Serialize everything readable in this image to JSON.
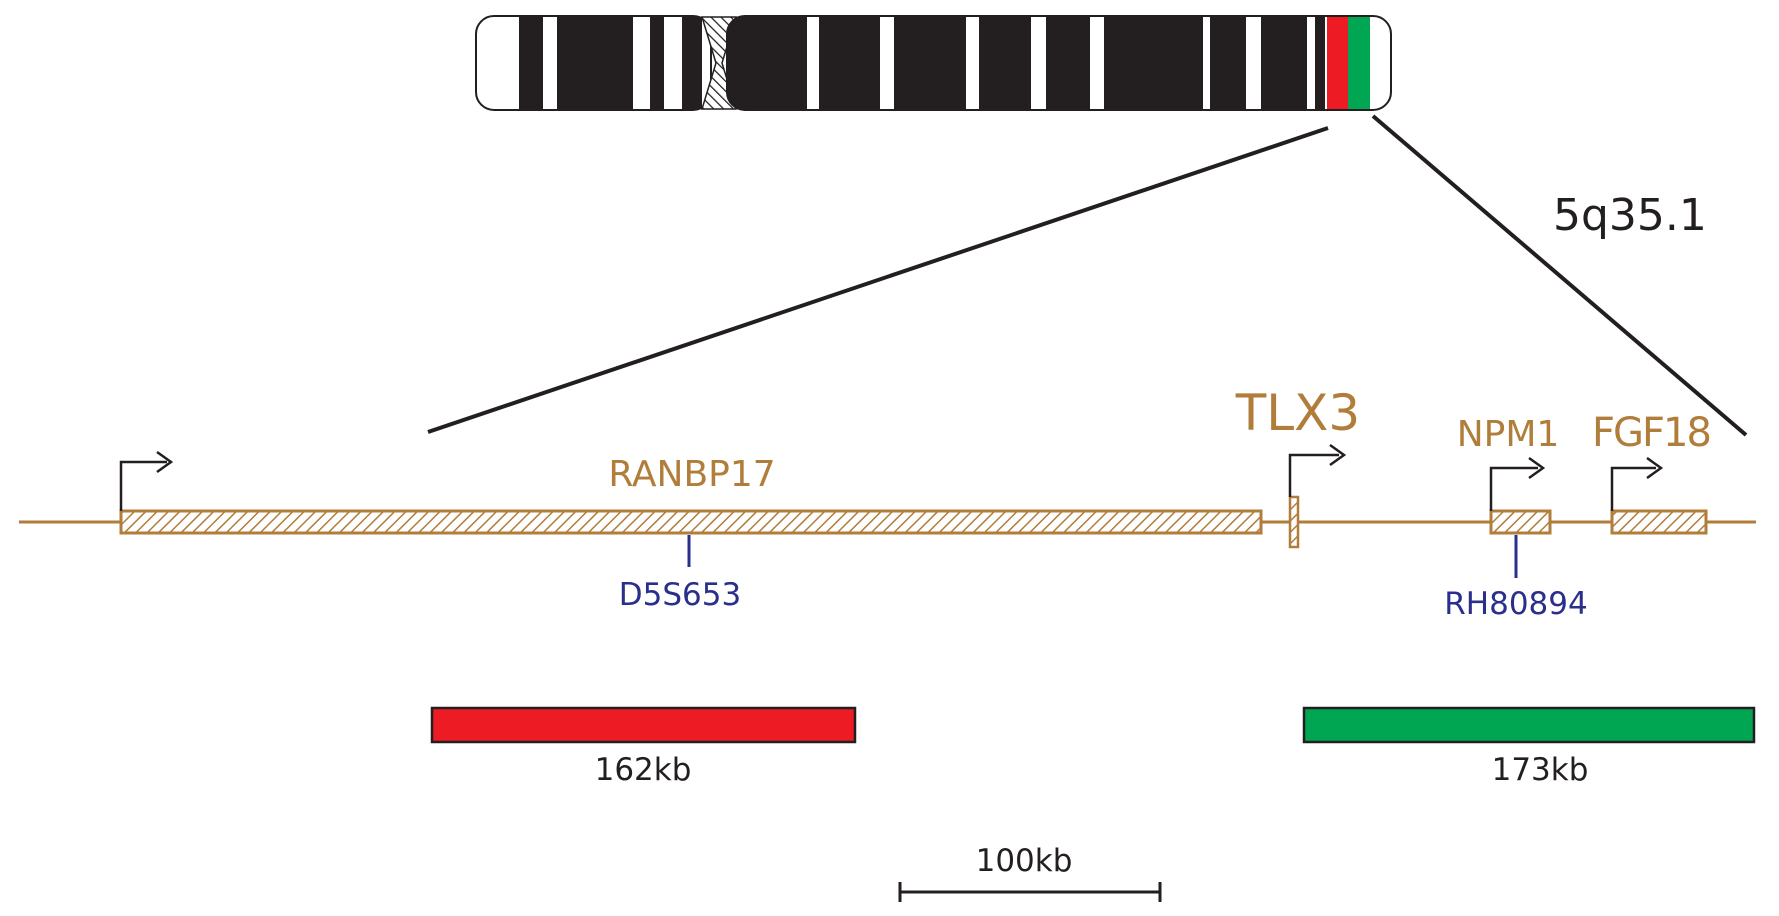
{
  "colors": {
    "gene": "#b07d3a",
    "marker": "#2b2f8c",
    "chromosome_band": "#231f20",
    "probe_red": "#ed1c24",
    "probe_green": "#00a651",
    "ink": "#231f20"
  },
  "chromosome": {
    "band_label": "5q35.1"
  },
  "genes": [
    {
      "label": "RANBP17"
    },
    {
      "label": "TLX3"
    },
    {
      "label": "NPM1"
    },
    {
      "label": "FGF18"
    }
  ],
  "markers": [
    {
      "label": "D5S653"
    },
    {
      "label": "RH80894"
    }
  ],
  "probes": [
    {
      "label": "162kb",
      "color": "#ed1c24"
    },
    {
      "label": "173kb",
      "color": "#00a651"
    }
  ],
  "scale_bar": {
    "label": "100kb"
  }
}
